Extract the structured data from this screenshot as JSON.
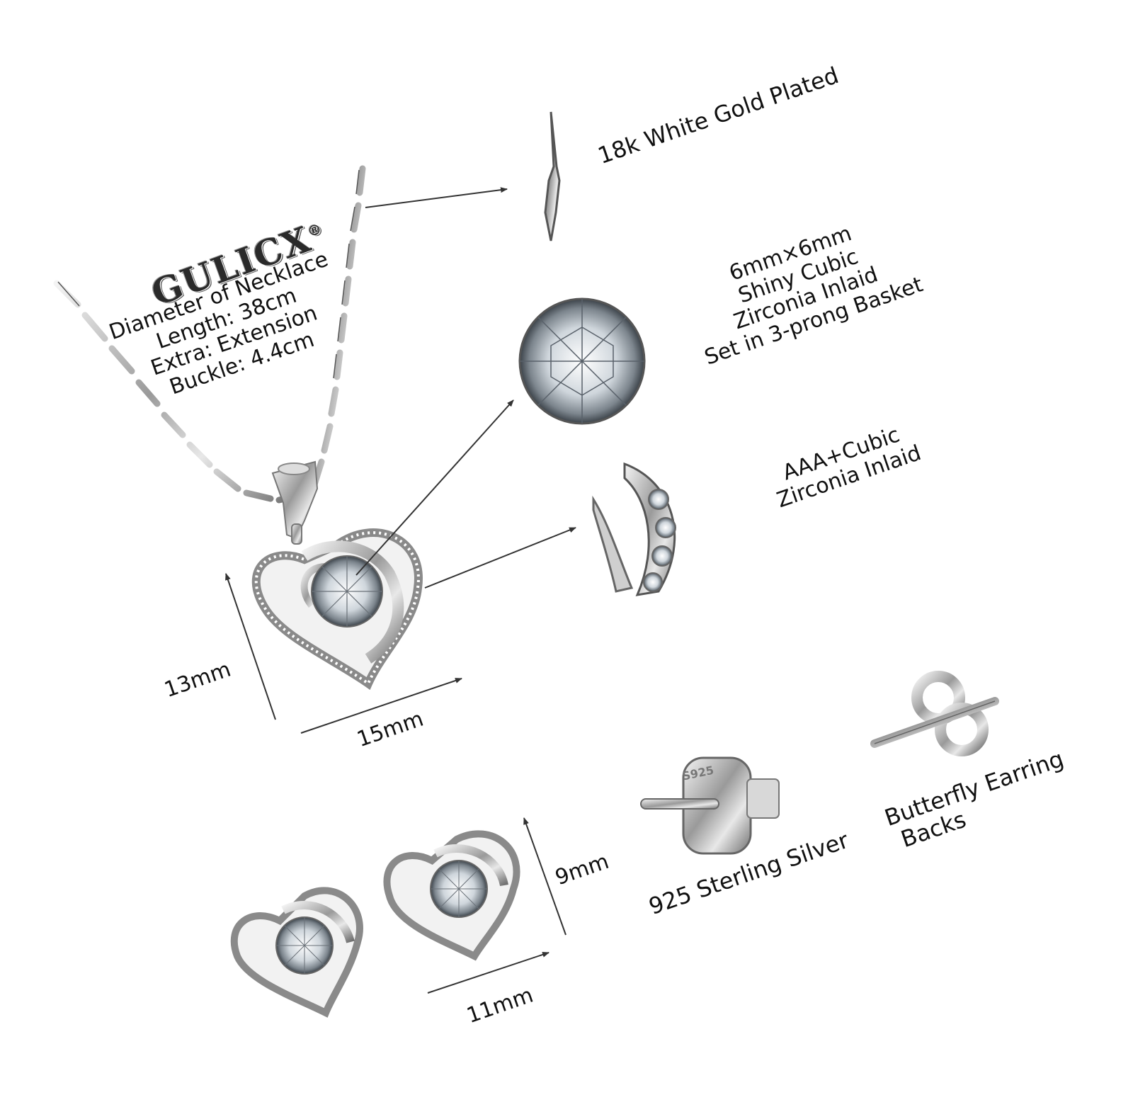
{
  "brand": {
    "name": "GULICX",
    "mark": "®"
  },
  "necklace_spec": {
    "lines": [
      "Diameter of Necklace",
      "Length: 38cm",
      "Extra: Extension",
      "Buckle: 4.4cm"
    ]
  },
  "callouts": {
    "plating": "18k  White Gold Plated",
    "stone_lines": [
      "6mm×6mm",
      "Shiny Cubic",
      "Zirconia Inlaid",
      "Set in 3-prong Basket"
    ],
    "pave_lines": [
      "AAA+Cubic",
      "Zirconia Inlaid"
    ],
    "silver": "925 Sterling Silver",
    "backs_lines": [
      "Butterfly  Earring",
      "Backs"
    ]
  },
  "dimensions": {
    "pendant_height": "13mm",
    "pendant_width": "15mm",
    "earring_height": "9mm",
    "earring_width": "11mm"
  },
  "stamp": "S925"
}
